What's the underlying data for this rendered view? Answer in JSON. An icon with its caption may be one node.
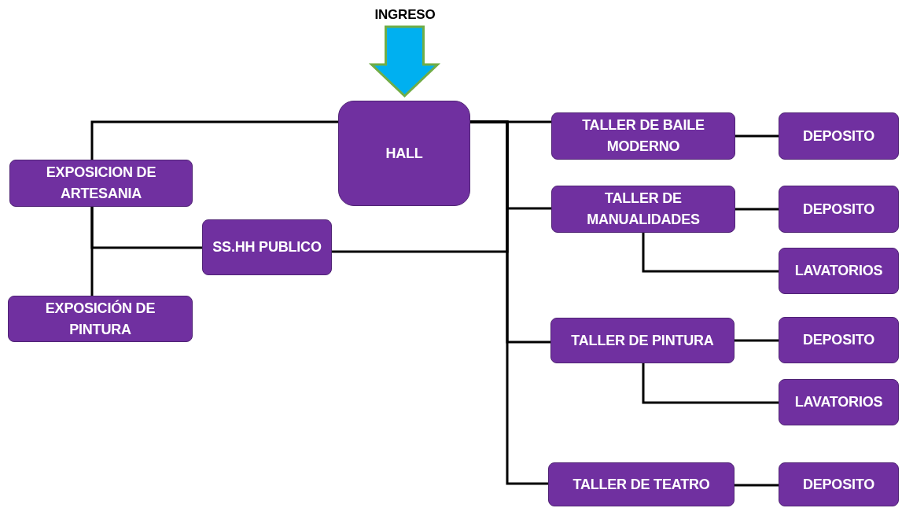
{
  "diagram": {
    "nodes": [
      {
        "text": [
          "INGRESO"
        ]
      },
      {
        "text": [
          "HALL"
        ]
      },
      {
        "text": [
          "EXPOSICION DE ARTESANIA"
        ]
      },
      {
        "text": [
          "SS.HH PUBLICO"
        ]
      },
      {
        "text": [
          "EXPOSICIÓN DE PINTURA"
        ]
      },
      {
        "text": [
          "TALLER DE BAILE MODERNO"
        ]
      },
      {
        "text": [
          "DEPOSITO"
        ]
      },
      {
        "text": [
          "TALLER DE MANUALIDADES"
        ]
      },
      {
        "text": [
          "DEPOSITO"
        ]
      },
      {
        "text": [
          "LAVATORIOS"
        ]
      },
      {
        "text": [
          "TALLER DE PINTURA"
        ]
      },
      {
        "text": [
          "DEPOSITO"
        ]
      },
      {
        "text": [
          "LAVATORIOS"
        ]
      },
      {
        "text": [
          "TALLER DE TEATRO"
        ]
      },
      {
        "text": [
          "DEPOSITO"
        ]
      }
    ],
    "edges": [
      {
        "from": 0,
        "to": 1,
        "arrow": "to",
        "style": "thick",
        "color": "#00b0f0"
      },
      {
        "from": 1,
        "to": 2,
        "arrow": "none"
      },
      {
        "from": 2,
        "to": 4,
        "arrow": "none"
      },
      {
        "from": 2,
        "to": 3,
        "arrow": "none"
      },
      {
        "from": 1,
        "to": 5,
        "arrow": "none"
      },
      {
        "from": 1,
        "to": 7,
        "arrow": "none"
      },
      {
        "from": 1,
        "to": 3,
        "arrow": "none"
      },
      {
        "from": 1,
        "to": 10,
        "arrow": "none"
      },
      {
        "from": 1,
        "to": 13,
        "arrow": "none"
      },
      {
        "from": 5,
        "to": 6,
        "arrow": "none"
      },
      {
        "from": 7,
        "to": 8,
        "arrow": "none"
      },
      {
        "from": 7,
        "to": 9,
        "arrow": "none"
      },
      {
        "from": 10,
        "to": 11,
        "arrow": "none"
      },
      {
        "from": 10,
        "to": 12,
        "arrow": "none"
      },
      {
        "from": 13,
        "to": 14,
        "arrow": "none"
      }
    ]
  }
}
